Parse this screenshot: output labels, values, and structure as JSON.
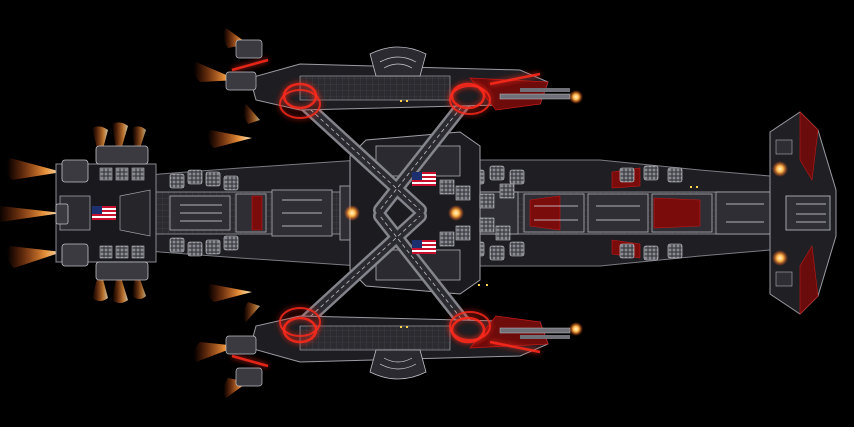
{
  "scene": {
    "background_color": "#000000",
    "hull_color": "#2a2a2e",
    "hull_dark": "#141416",
    "panel_line_color": "#9a9aa2",
    "accent_red": "#8b0d0d",
    "glow_red": "#ff2a1a",
    "thruster_color": "#ff9a3c",
    "cannon_glow": "#ffd27a"
  },
  "ship": {
    "flag_count": 3,
    "flag_icon": "us-flag-icon",
    "main_thrusters": 6,
    "outrigger_thrusters": 4,
    "cannon_tips": 4
  }
}
